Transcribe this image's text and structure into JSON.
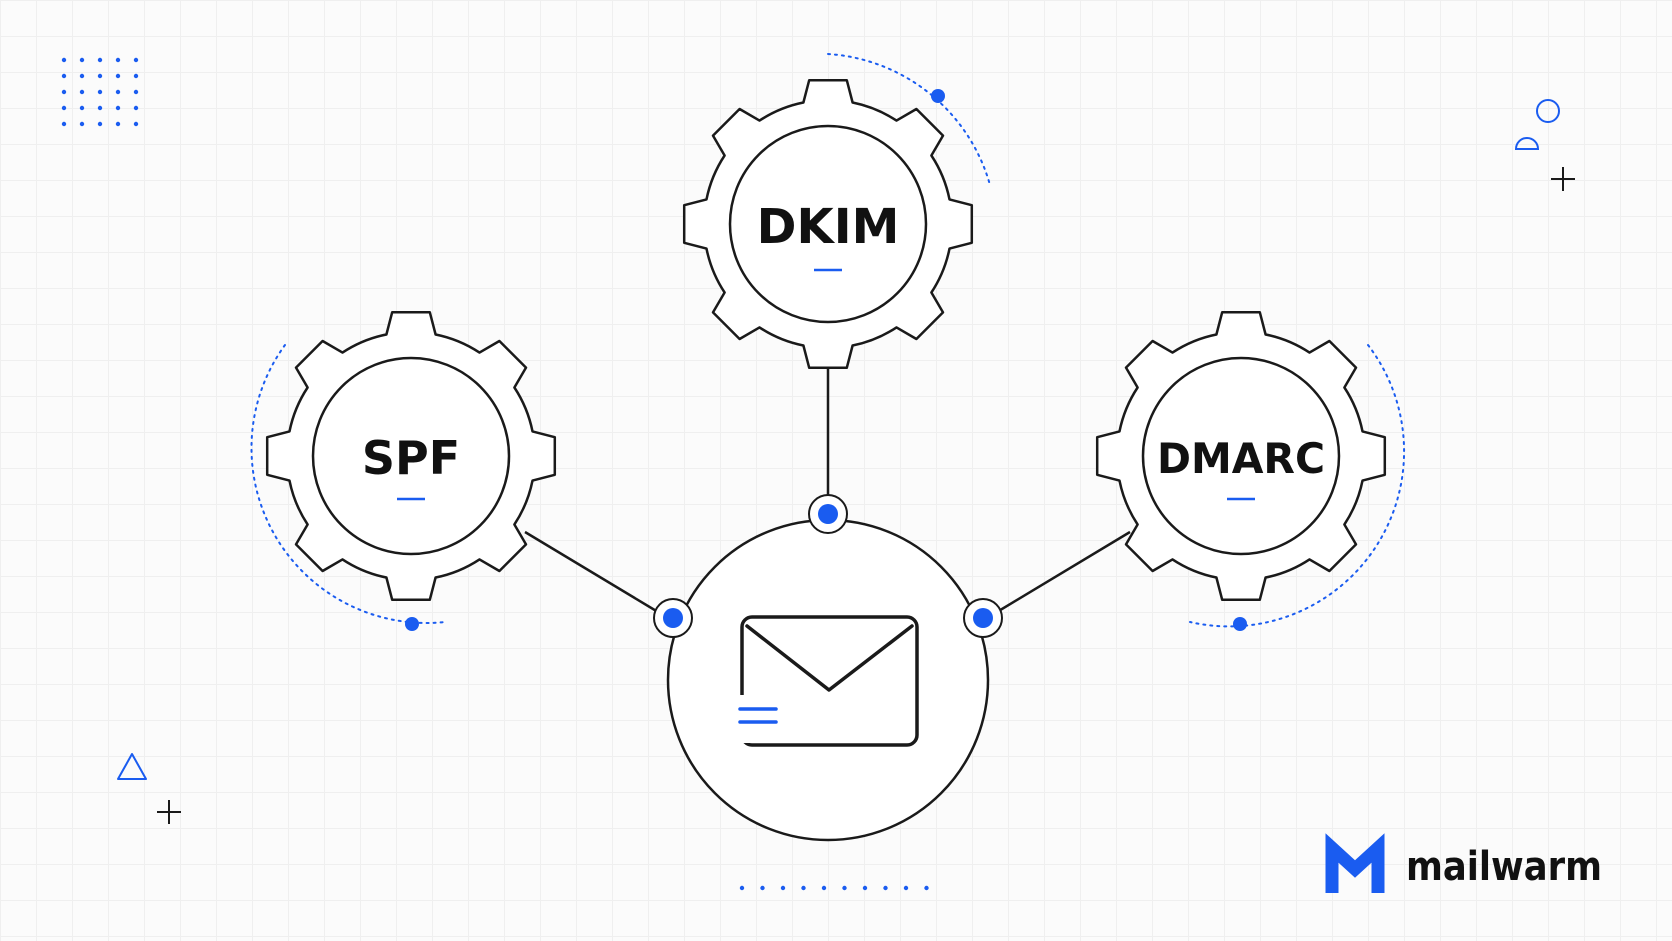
{
  "diagram": {
    "nodes": {
      "spf": {
        "label": "SPF"
      },
      "dkim": {
        "label": "DKIM"
      },
      "dmarc": {
        "label": "DMARC"
      },
      "center": {
        "icon": "envelope-icon"
      }
    }
  },
  "brand": {
    "name": "mailwarm",
    "logo_icon": "m-logo-icon"
  },
  "colors": {
    "accent": "#1a5cf0",
    "stroke": "#1a1a1a",
    "text": "#111111"
  }
}
